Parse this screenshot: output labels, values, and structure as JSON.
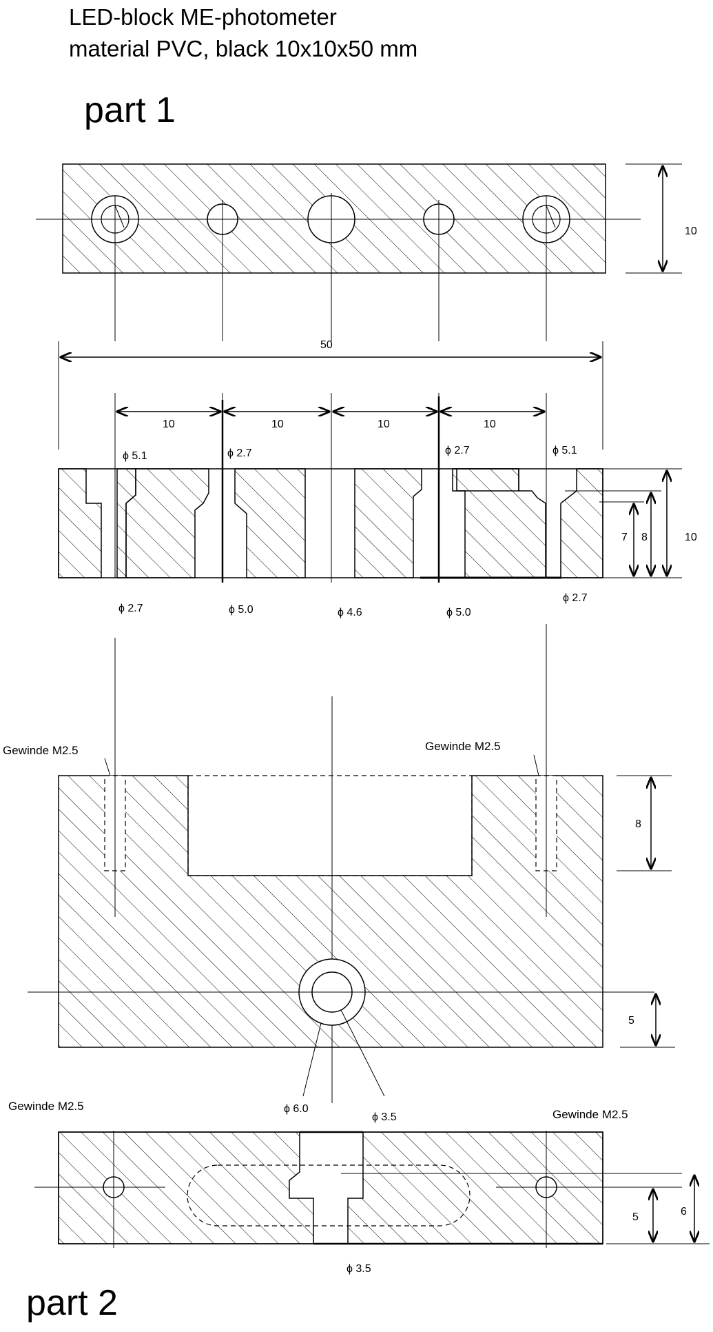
{
  "header": {
    "title": "LED-block ME-photometer",
    "subtitle": "material PVC, black 10x10x50 mm"
  },
  "parts": {
    "part1_label": "part 1",
    "part2_label": "part 2"
  },
  "part1": {
    "top_view": {
      "height_dim": "10"
    },
    "overall_length": "50",
    "spacings": [
      "10",
      "10",
      "10",
      "10"
    ],
    "diameters_top": [
      "ϕ 5.1",
      "ϕ 2.7",
      "ϕ 2.7",
      "ϕ 5.1"
    ],
    "diameters_bottom": [
      "ϕ 2.7",
      "ϕ 5.0",
      "ϕ 4.6",
      "ϕ 5.0",
      "ϕ 2.7"
    ],
    "side_depths": [
      "7",
      "8",
      "10"
    ]
  },
  "part2": {
    "thread_left": "Gewinde M2.5",
    "thread_right": "Gewinde M2.5",
    "depth_dim": "8",
    "hole_height_dim": "5",
    "dia_outer": "ϕ 6.0",
    "dia_inner": "ϕ 3.5",
    "side_thread_left": "Gewinde M2.5",
    "side_thread_right": "Gewinde M2.5",
    "side_dim_5": "5",
    "side_dim_6": "6",
    "bottom_dia": "ϕ 3.5"
  }
}
